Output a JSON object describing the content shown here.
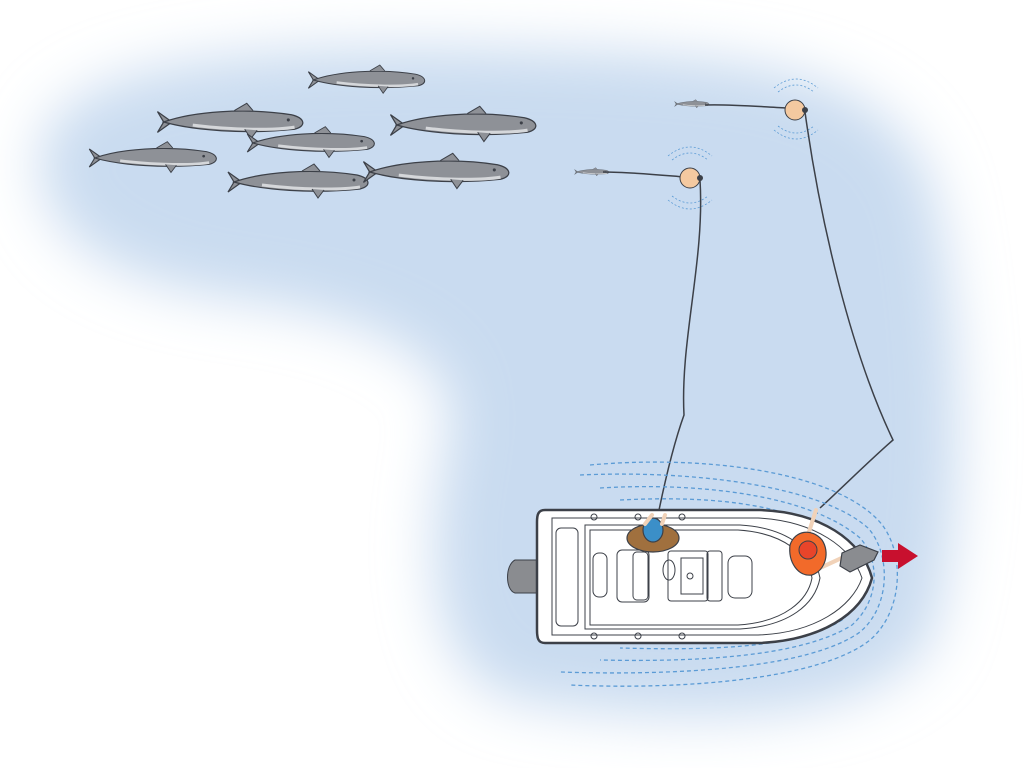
{
  "colors": {
    "background": "#ffffff",
    "water": "#c9dbf0",
    "fish_body": "#8e9197",
    "fish_belly": "#d5d7da",
    "outline": "#3c4048",
    "float": "#f4c9a0",
    "wake": "#5b9bd5",
    "boat_hull": "#ffffff",
    "motor": "#8a8c90",
    "angler_1_shirt": "#3b8fc8",
    "angler_1_hat": "#a0703e",
    "angler_2_shirt": "#f26a2a",
    "direction_arrow": "#c8102e"
  },
  "icons": [
    "fish-school",
    "bait-fish",
    "float-bobber",
    "boat",
    "angler",
    "direction-arrow"
  ]
}
